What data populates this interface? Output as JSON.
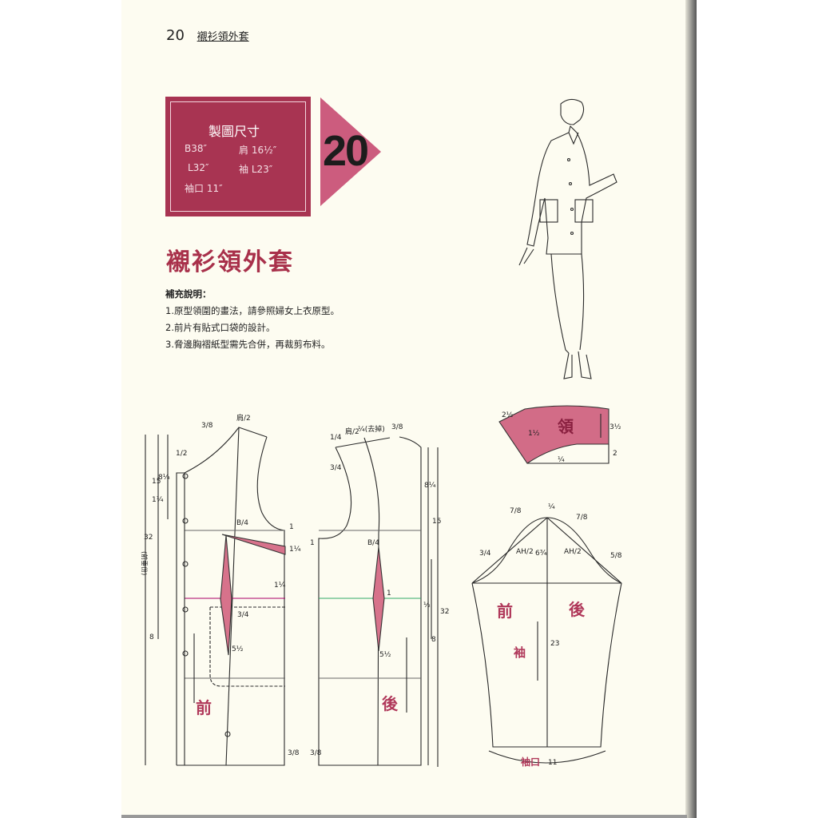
{
  "running_header": {
    "page_number": "20",
    "title": "襯衫領外套"
  },
  "spec_box": {
    "heading": "製圖尺寸",
    "bust": "B38″",
    "shoulder": "肩 16½″",
    "length": "L32″",
    "sleeve_length": "袖 L23″",
    "cuff": "袖口 11″",
    "badge_number": "20"
  },
  "title": "襯衫領外套",
  "notes": {
    "heading": "補充說明：",
    "items": [
      "1.原型領圍的畫法，請參照婦女上衣原型。",
      "2.前片有貼式口袋的設計。",
      "3.脅邊胸褶紙型需先合併，再裁剪布料。"
    ]
  },
  "diagrams": {
    "front": {
      "label": "前",
      "shoulder": "肩/2",
      "bust": "B/4",
      "m1": "3/8",
      "m2": "1/2",
      "m3": "15",
      "m4": "8¼",
      "m5": "1¼",
      "m6": "(前垂份)",
      "m7": "32",
      "m8": "8",
      "m9": "1¼",
      "m10": "3/4",
      "m11": "5½",
      "m12": "1",
      "m13": "1¼",
      "m14": "3/8"
    },
    "back": {
      "label": "後",
      "shoulder": "肩/2",
      "bust": "B/4",
      "remove": "¼(去掉)",
      "m1": "3/8",
      "m2": "1/4",
      "m3": "3/4",
      "m4": "8¼",
      "m5": "15",
      "m6": "1",
      "m7": "1",
      "m8": "½",
      "m9": "32",
      "m10": "8",
      "m11": "5½",
      "m12": "3/8"
    },
    "collar": {
      "label": "領",
      "m1": "2½",
      "m2": "3½",
      "m3": "1½",
      "m4": "2",
      "m5": "¼"
    },
    "sleeve": {
      "front_label": "前",
      "back_label": "後",
      "sleeve_label": "袖",
      "cuff_label": "袖口",
      "cuff_value": "11",
      "length": "23",
      "cap": "6¾",
      "ah_front": "AH/2",
      "ah_back": "AH/2",
      "m1": "7/8",
      "m2": "¼",
      "m3": "7/8",
      "m4": "3/4",
      "m5": "5/8"
    }
  }
}
